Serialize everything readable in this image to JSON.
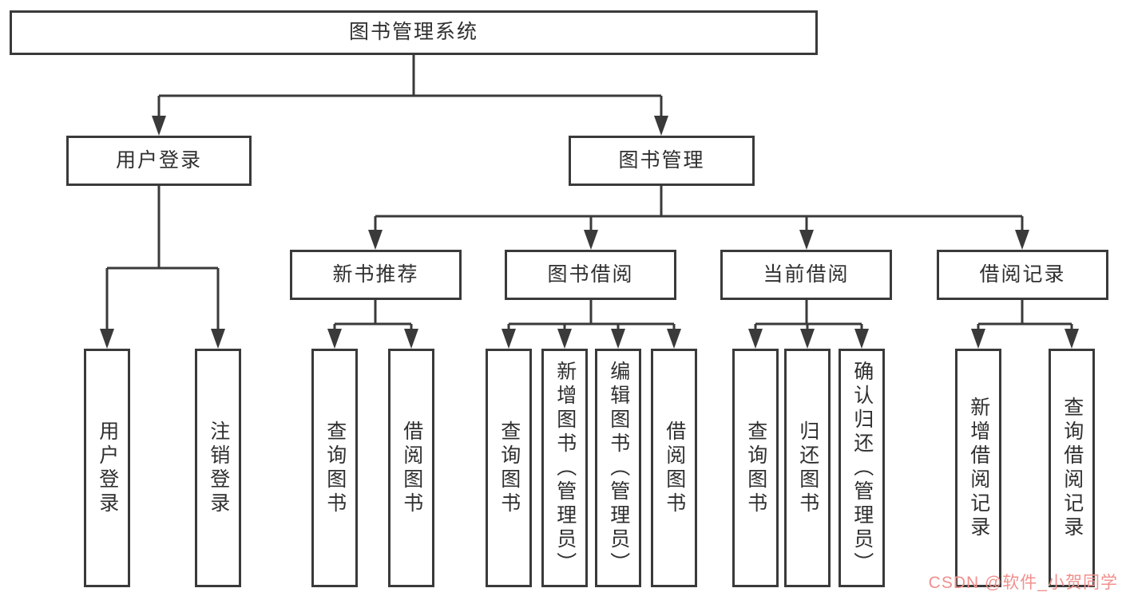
{
  "tree": {
    "root": {
      "label": "图书管理系统"
    },
    "branches": [
      {
        "label": "用户登录",
        "children": [
          {
            "label": "用户登录"
          },
          {
            "label": "注销登录"
          }
        ]
      },
      {
        "label": "图书管理",
        "children": [
          {
            "label": "新书推荐",
            "children": [
              {
                "label": "查询图书"
              },
              {
                "label": "借阅图书"
              }
            ]
          },
          {
            "label": "图书借阅",
            "children": [
              {
                "label": "查询图书"
              },
              {
                "label": "新增图书（管理员）"
              },
              {
                "label": "编辑图书（管理员）"
              },
              {
                "label": "借阅图书"
              }
            ]
          },
          {
            "label": "当前借阅",
            "children": [
              {
                "label": "查询图书"
              },
              {
                "label": "归还图书"
              },
              {
                "label": "确认归还（管理员）"
              }
            ]
          },
          {
            "label": "借阅记录",
            "children": [
              {
                "label": "新增借阅记录"
              },
              {
                "label": "查询借阅记录"
              }
            ]
          }
        ]
      }
    ]
  },
  "watermark": {
    "text": "CSDN @软件_小贺同学"
  },
  "colors": {
    "line": "#3a3a3a",
    "box_bg": "#ffffff",
    "text": "#2f2f2f",
    "watermark": "#f0908d",
    "background": "#ffffff"
  }
}
